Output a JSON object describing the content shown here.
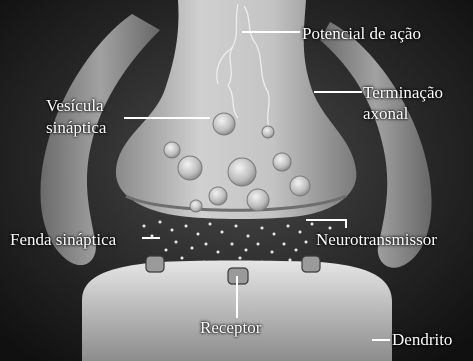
{
  "labels": {
    "potencial_acao": "Potencial de ação",
    "terminacao_line1": "Terminação",
    "terminacao_line2": "axonal",
    "vesicula_line1": "Vesícula",
    "vesicula_line2": "sináptica",
    "fenda": "Fenda sináptica",
    "neurotransmissor": "Neurotransmissor",
    "receptor": "Receptor",
    "dendrito": "Dendrito"
  }
}
